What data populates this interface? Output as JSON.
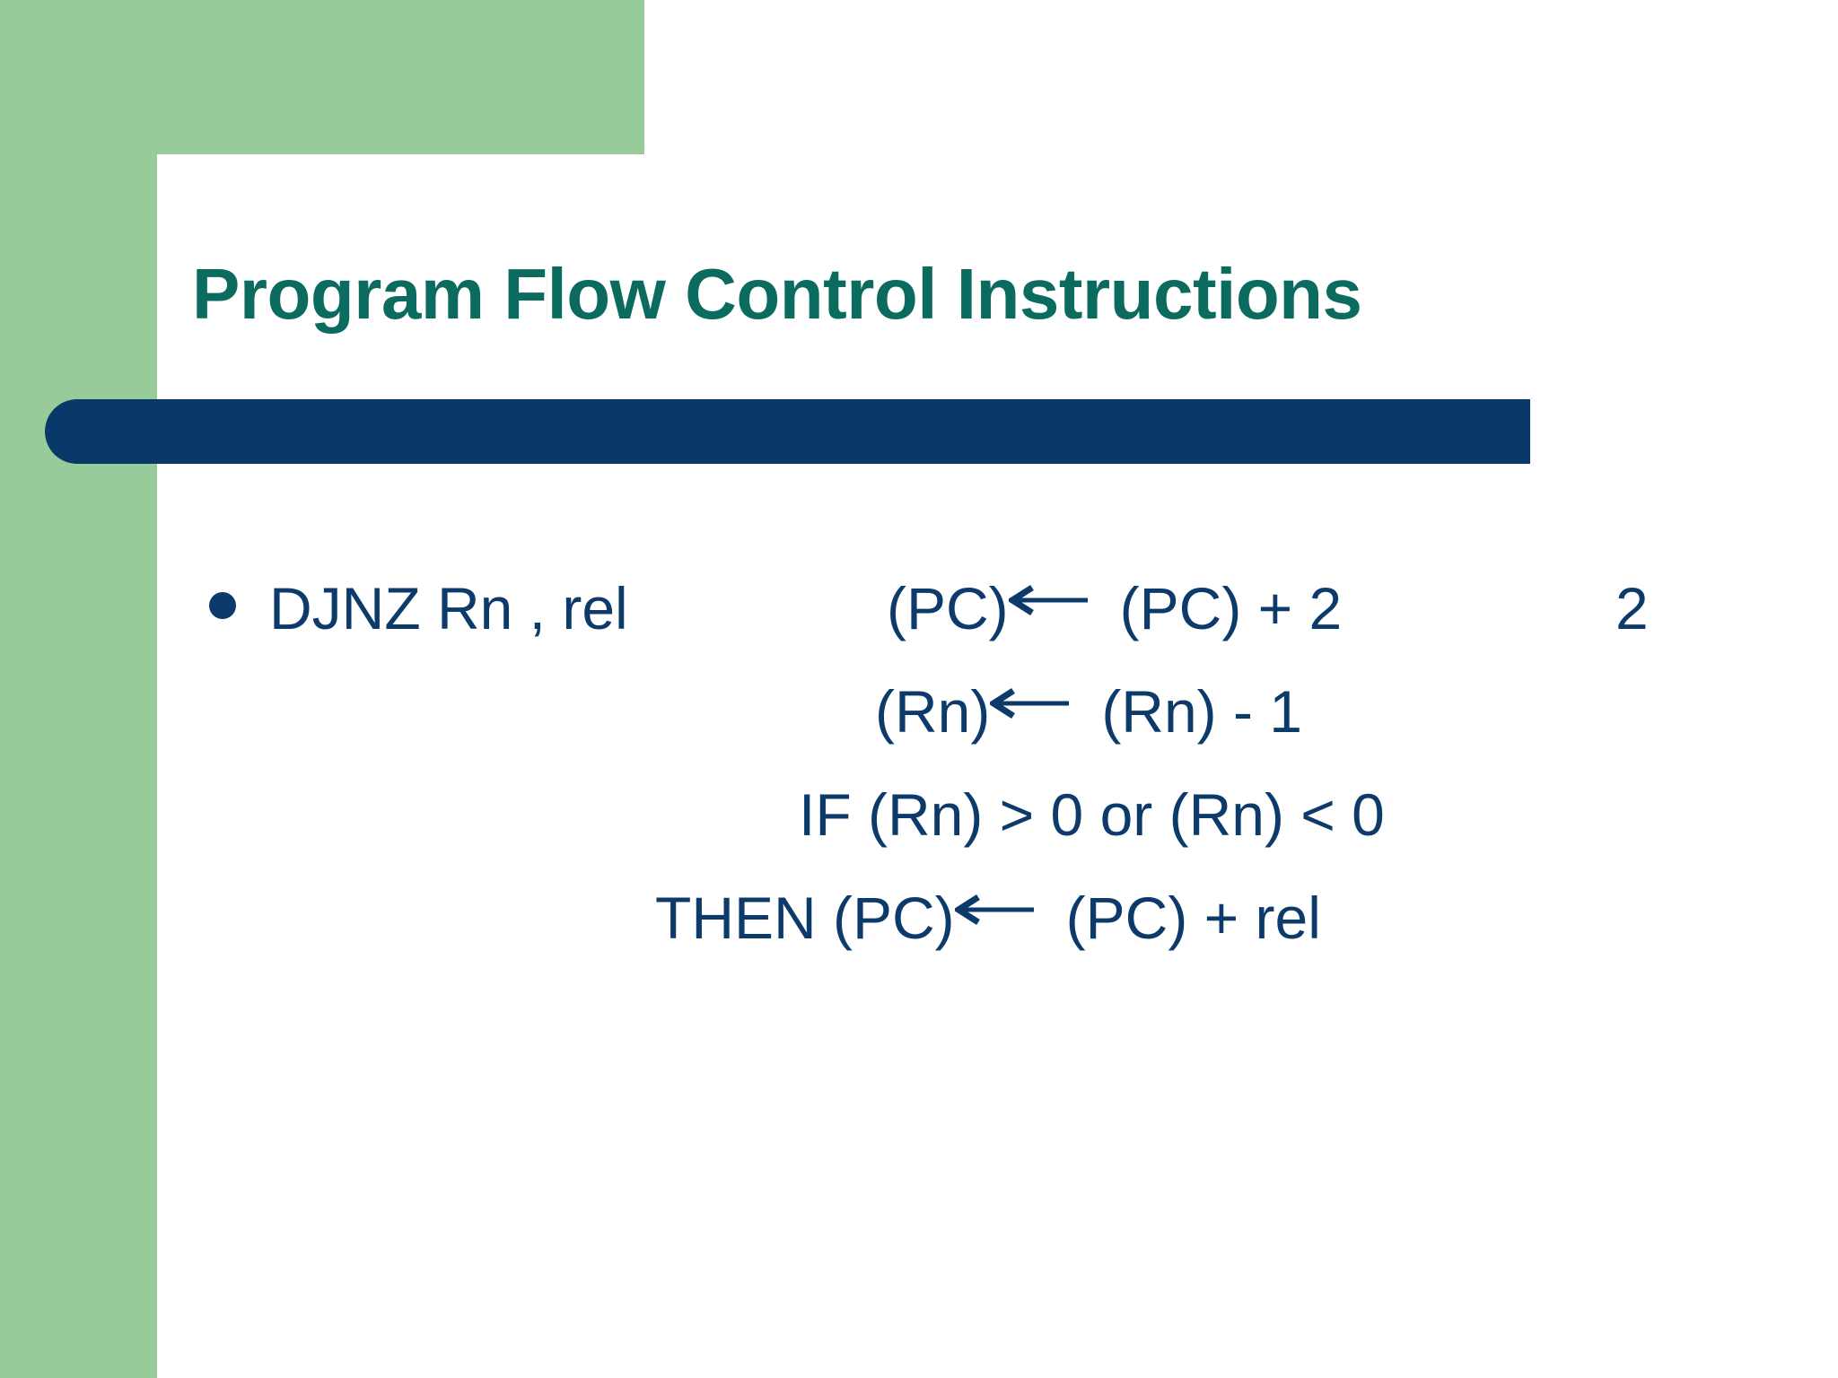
{
  "slide": {
    "title": "Program Flow Control Instructions",
    "colors": {
      "title_teal": "#0b6b5f",
      "accent_green": "#97cc9a",
      "accent_blue": "#083968",
      "body_blue": "#0c3b6b",
      "background": "#ffffff"
    }
  },
  "content": {
    "bullet": {
      "instruction": "DJNZ Rn , rel",
      "bytes": "2"
    },
    "operation_lines": [
      {
        "id": "line-1",
        "left": "(PC)",
        "arrow": "left-arrow-icon",
        "right": "(PC) + 2"
      },
      {
        "id": "line-2",
        "left": "(Rn)",
        "arrow": "left-arrow-icon",
        "right": "(Rn) - 1"
      },
      {
        "id": "line-3",
        "text": "IF  (Rn)  >  0 or (Rn) < 0"
      },
      {
        "id": "line-4",
        "prefix": "THEN (PC)",
        "arrow": "left-arrow-icon",
        "right": "(PC) + rel"
      }
    ]
  }
}
